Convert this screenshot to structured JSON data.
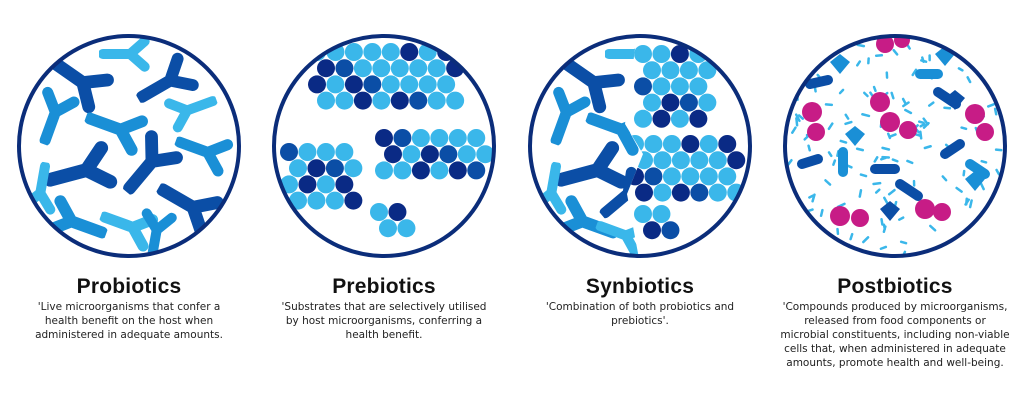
{
  "panels": [
    {
      "id": "probiotics",
      "title": "Probiotics",
      "description": "'Live microorganisms that confer a health benefit on the host when administered in adequate amounts."
    },
    {
      "id": "prebiotics",
      "title": "Prebiotics",
      "description": "'Substrates that are selectively utilised by host microorganisms, conferring a health benefit."
    },
    {
      "id": "synbiotics",
      "title": "Synbiotics",
      "description": "'Combination of both probiotics and prebiotics'."
    },
    {
      "id": "postbiotics",
      "title": "Postbiotics",
      "description": "'Compounds produced by microorganisms, released from food components or microbial constituents, including non-viable cells that, when administered in adequate amounts, promote health and well-being."
    }
  ],
  "colors": {
    "outline": "#0b2d7a",
    "dark_blue": "#0b4ea6",
    "medium_blue": "#1a8fd6",
    "light_blue": "#3ab7ea",
    "navy": "#0a2a85",
    "magenta": "#c71c86"
  },
  "icons": [
    "bacteria-icon",
    "prebiotic-particle-icon",
    "postbiotic-fragment-icon"
  ]
}
